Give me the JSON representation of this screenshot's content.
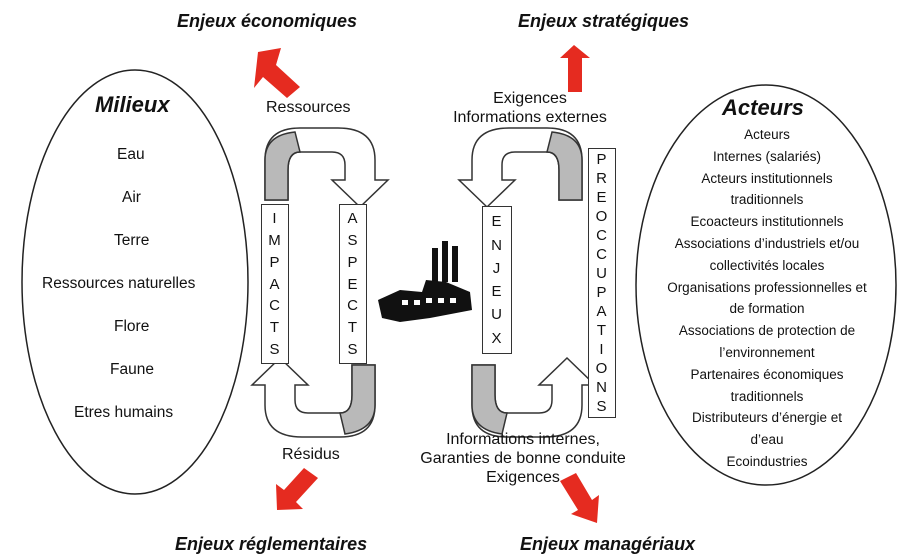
{
  "enjeux": {
    "economiques": "Enjeux économiques",
    "strategiques": "Enjeux stratégiques",
    "reglementaires": "Enjeux réglementaires",
    "manageriaux": "Enjeux managériaux"
  },
  "milieux": {
    "title": "Milieux",
    "items": [
      "Eau",
      "Air",
      "Terre",
      "Ressources naturelles",
      "Flore",
      "Faune",
      "Etres humains"
    ]
  },
  "acteurs": {
    "title": "Acteurs",
    "items": [
      "Acteurs",
      "Internes (salariés)",
      "Acteurs institutionnels",
      "traditionnels",
      "Ecoacteurs institutionnels",
      "Associations d’industriels et/ou",
      "collectivités locales",
      "Organisations professionnelles et",
      "de formation",
      "Associations de protection de",
      "l’environnement",
      "Partenaires économiques",
      "traditionnels",
      "Distributeurs d’énergie et",
      "d’eau",
      "Ecoindustries"
    ]
  },
  "left_cycle": {
    "top_label": "Ressources",
    "bottom_label": "Résidus",
    "impacts": [
      "I",
      "M",
      "P",
      "A",
      "C",
      "T",
      "S"
    ],
    "aspects": [
      "A",
      "S",
      "P",
      "E",
      "C",
      "T",
      "S"
    ]
  },
  "right_cycle": {
    "top_label": [
      "Exigences",
      "Informations externes"
    ],
    "bottom_label": [
      "Informations internes,",
      "Garanties de bonne conduite",
      "Exigences"
    ],
    "enjeux": [
      "E",
      "N",
      "J",
      "E",
      "U",
      "X"
    ],
    "preoccupations": [
      "P",
      "R",
      "E",
      "O",
      "C",
      "C",
      "U",
      "P",
      "A",
      "T",
      "I",
      "O",
      "N",
      "S"
    ]
  },
  "colors": {
    "arrow_red": "#e52b20",
    "grey_fill": "#b9b9b9",
    "outline": "#333333"
  }
}
